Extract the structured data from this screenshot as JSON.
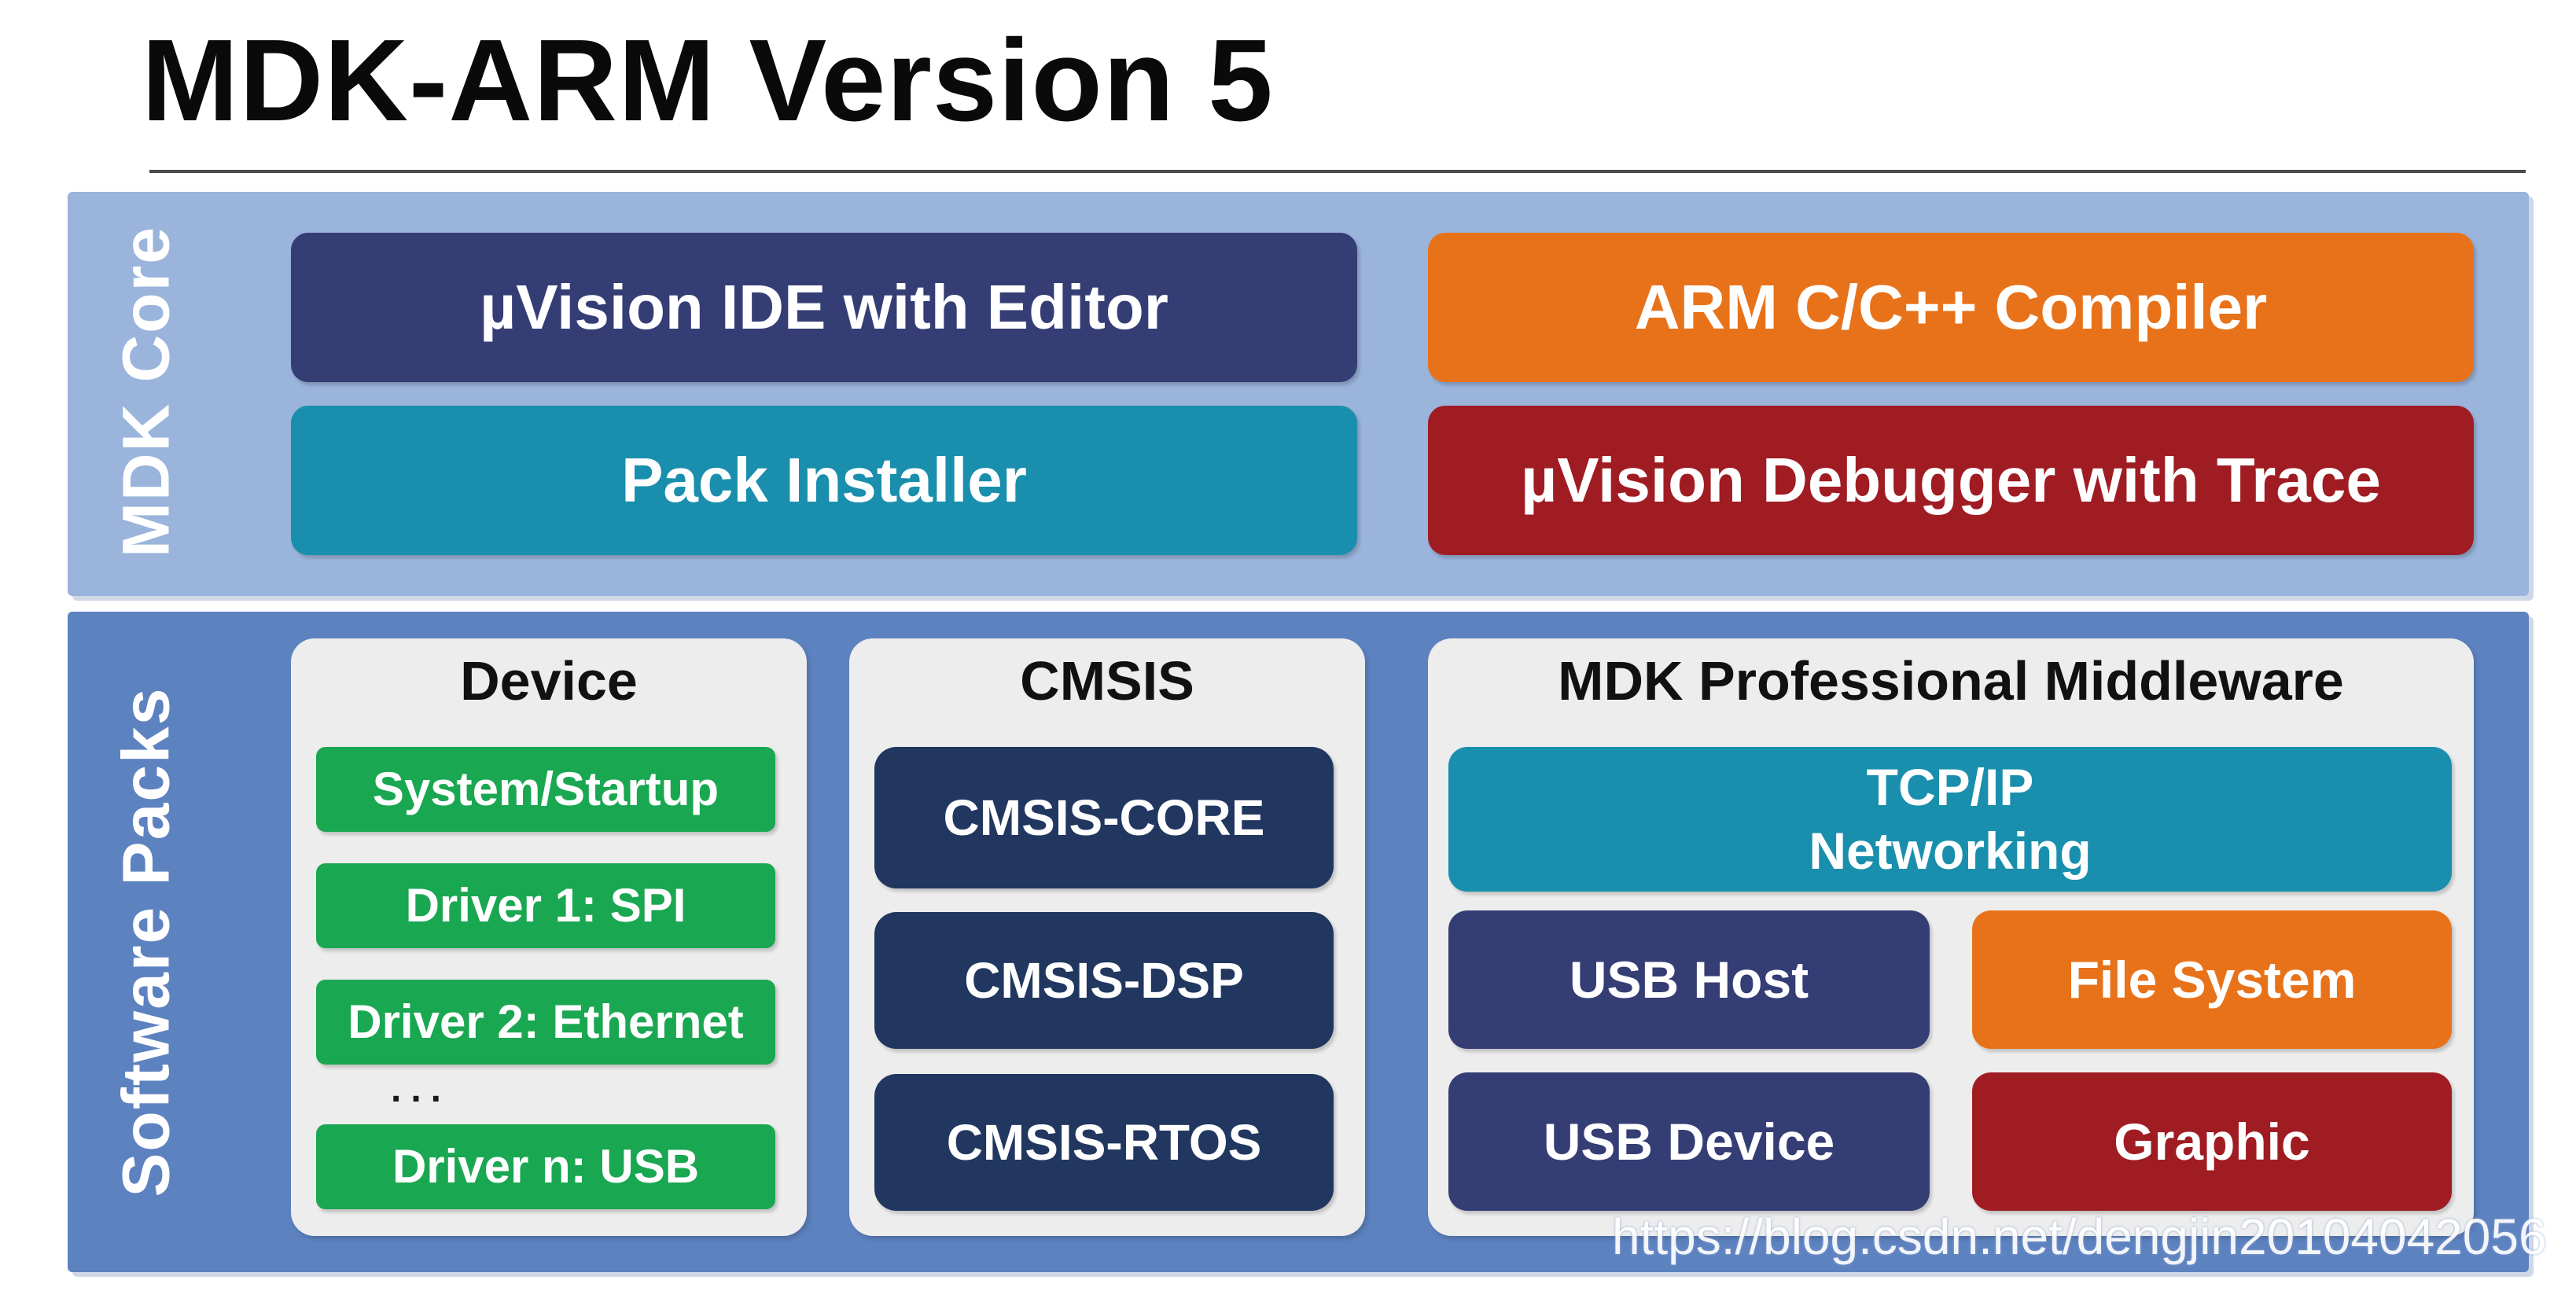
{
  "title": "MDK-ARM Version 5",
  "core": {
    "label": "MDK Core",
    "uvision_ide": "µVision IDE with Editor",
    "compiler": "ARM C/C++ Compiler",
    "pack_installer": "Pack Installer",
    "debugger": "µVision Debugger with Trace"
  },
  "packs": {
    "label": "Software Packs",
    "device": {
      "heading": "Device",
      "items": [
        "System/Startup",
        "Driver 1: SPI",
        "Driver 2: Ethernet",
        "Driver n: USB"
      ],
      "ellipsis": "..."
    },
    "cmsis": {
      "heading": "CMSIS",
      "items": [
        "CMSIS-CORE",
        "CMSIS-DSP",
        "CMSIS-RTOS"
      ]
    },
    "middleware": {
      "heading": "MDK Professional Middleware",
      "tcpip_line1": "TCP/IP",
      "tcpip_line2": "Networking",
      "usb_host": "USB Host",
      "file_system": "File System",
      "usb_device": "USB Device",
      "graphic": "Graphic"
    }
  },
  "watermark": "https://blog.csdn.net/dengjin20104042056",
  "colors": {
    "core_band": "#9ab4dc",
    "packs_band": "#5d82c0",
    "navy": "#353d75",
    "orange": "#e8721a",
    "teal": "#198fad",
    "crimson": "#a01c23",
    "green": "#1aa751",
    "dark_blue": "#21375f"
  }
}
